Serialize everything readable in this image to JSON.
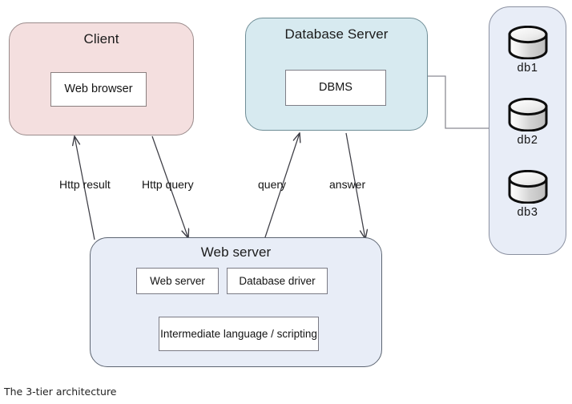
{
  "figure": {
    "caption": "The 3-tier architecture",
    "type": "block-diagram"
  },
  "tiers": {
    "client": {
      "title": "Client",
      "fill": "#f4dfdf",
      "component": "Web browser"
    },
    "database_server": {
      "title": "Database Server",
      "fill": "#d7eaf0",
      "component": "DBMS"
    },
    "web_server": {
      "title": "Web server",
      "fill": "#e8edf7",
      "components": [
        "Web server",
        "Database driver",
        "Intermediate language / scripting"
      ]
    },
    "databases": {
      "fill": "#e8edf7",
      "items": [
        {
          "label": "db1",
          "icon": "database-cylinder-icon"
        },
        {
          "label": "db2",
          "icon": "database-cylinder-icon"
        },
        {
          "label": "db3",
          "icon": "database-cylinder-icon"
        }
      ]
    }
  },
  "edges": [
    {
      "id": "http-result",
      "label": "Http result",
      "from": "web-server",
      "to": "client"
    },
    {
      "id": "http-query",
      "label": "Http query",
      "from": "client",
      "to": "web-server"
    },
    {
      "id": "query",
      "label": "query",
      "from": "web-server",
      "to": "database-server"
    },
    {
      "id": "answer",
      "label": "answer",
      "from": "database-server",
      "to": "web-server"
    },
    {
      "id": "dbms-to-databases",
      "label": "",
      "from": "dbms",
      "to": "databases"
    },
    {
      "id": "webserver-to-intermediate",
      "label": "",
      "from": "web-server-component",
      "to": "intermediate-language"
    },
    {
      "id": "intermediate-to-webserver",
      "label": "",
      "from": "intermediate-language",
      "to": "web-server-component"
    },
    {
      "id": "driver-to-intermediate",
      "label": "",
      "from": "database-driver",
      "to": "intermediate-language"
    },
    {
      "id": "intermediate-to-driver",
      "label": "",
      "from": "intermediate-language",
      "to": "database-driver"
    }
  ],
  "colors": {
    "client_fill": "#f4dfdf",
    "database_server_fill": "#d7eaf0",
    "web_server_fill": "#e8edf7",
    "line": "#4a4a52",
    "text": "#141414"
  }
}
